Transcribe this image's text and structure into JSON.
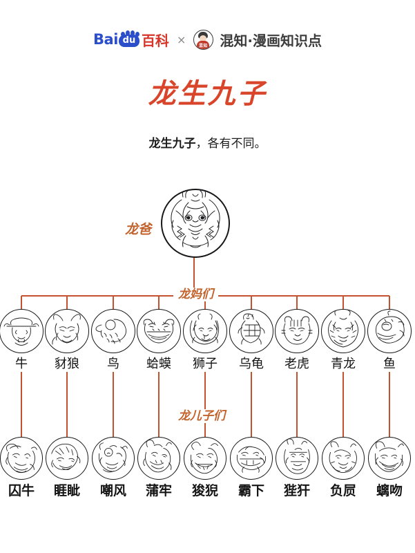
{
  "header": {
    "baidu_bai": "Bai",
    "baidu_du": "du",
    "baidu_baike": "百科",
    "separator": "×",
    "partner_tag": "混知",
    "partner_name": "混知·漫画知识点"
  },
  "title": {
    "main": "龙生九子",
    "subtitle_strong": "龙生九子",
    "subtitle_rest": "，各有不同。"
  },
  "colors": {
    "title_red": "#d9452a",
    "label_orange": "#c2622c",
    "connector": "#c4522e",
    "baidu_blue": "#2b4ecb",
    "baidu_red": "#d7342a",
    "ink": "#18181b"
  },
  "tree": {
    "father": {
      "label": "龙爸",
      "icon": "dragon-head-icon"
    },
    "mothers_label": "龙妈们",
    "sons_label": "龙儿子们",
    "mothers": [
      {
        "label": "牛",
        "icon": "ox-icon"
      },
      {
        "label": "豺狼",
        "icon": "wolf-icon"
      },
      {
        "label": "鸟",
        "icon": "bird-icon"
      },
      {
        "label": "蛤蟆",
        "icon": "toad-icon"
      },
      {
        "label": "狮子",
        "icon": "lion-icon"
      },
      {
        "label": "乌龟",
        "icon": "turtle-icon"
      },
      {
        "label": "老虎",
        "icon": "tiger-icon"
      },
      {
        "label": "青龙",
        "icon": "azure-dragon-icon"
      },
      {
        "label": "鱼",
        "icon": "fish-icon"
      }
    ],
    "sons": [
      {
        "label": "囚牛",
        "icon": "qiuniu-icon"
      },
      {
        "label": "睚眦",
        "icon": "yazi-icon"
      },
      {
        "label": "嘲风",
        "icon": "chaofeng-icon"
      },
      {
        "label": "蒲牢",
        "icon": "pulao-icon"
      },
      {
        "label": "狻猊",
        "icon": "suanni-icon"
      },
      {
        "label": "霸下",
        "icon": "baxia-icon"
      },
      {
        "label": "狴犴",
        "icon": "bian-icon"
      },
      {
        "label": "负屃",
        "icon": "fuxi-icon"
      },
      {
        "label": "螭吻",
        "icon": "chiwen-icon"
      }
    ],
    "column_centers": [
      31,
      97,
      164,
      230,
      297,
      364,
      430,
      497,
      564
    ]
  }
}
